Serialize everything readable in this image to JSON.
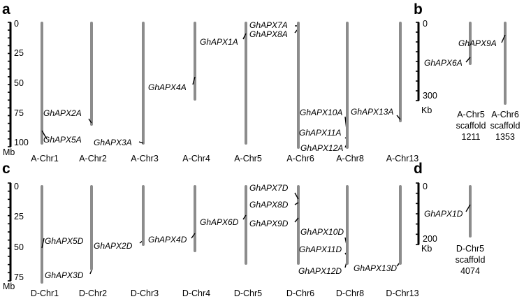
{
  "panels": [
    {
      "letter": "a",
      "unit": "Mb",
      "ticks": [
        "0",
        "25",
        "50",
        "75",
        "100"
      ],
      "chromosomes": [
        {
          "name": "A-Chr1",
          "genes": [
            {
              "name": "GhAPX5A"
            }
          ]
        },
        {
          "name": "A-Chr2",
          "genes": [
            {
              "name": "GhAPX2A"
            }
          ]
        },
        {
          "name": "A-Chr3",
          "genes": [
            {
              "name": "GhAPX3A"
            }
          ]
        },
        {
          "name": "A-Chr4",
          "genes": [
            {
              "name": "GhAPX4A"
            }
          ]
        },
        {
          "name": "A-Chr5",
          "genes": [
            {
              "name": "GhAPX1A"
            },
            {
              "name": "GhAPX7A"
            },
            {
              "name": "GhAPX8A"
            }
          ]
        },
        {
          "name": "A-Chr6",
          "genes": [
            {
              "name": "GhAPX10A"
            },
            {
              "name": "GhAPX11A"
            },
            {
              "name": "GhAPX12A"
            }
          ]
        },
        {
          "name": "A-Chr8",
          "genes": []
        },
        {
          "name": "A-Chr13",
          "genes": [
            {
              "name": "GhAPX13A"
            }
          ]
        }
      ]
    },
    {
      "letter": "b",
      "unit": "Kb",
      "ticks": [
        "0",
        "300"
      ],
      "chromosomes": [
        {
          "name": [
            "A-Chr5",
            "scaffold",
            "1211"
          ],
          "genes": [
            {
              "name": "GhAPX6A"
            }
          ]
        },
        {
          "name": [
            "A-Chr6",
            "scaffold",
            "1353"
          ],
          "genes": [
            {
              "name": "GhAPX9A"
            }
          ]
        }
      ]
    },
    {
      "letter": "c",
      "unit": "Mb",
      "ticks": [
        "0",
        "25",
        "50",
        "75"
      ],
      "chromosomes": [
        {
          "name": "D-Chr1",
          "genes": [
            {
              "name": "GhAPX5D"
            },
            {
              "name": "GhAPX3D"
            }
          ]
        },
        {
          "name": "D-Chr2",
          "genes": [
            {
              "name": "GhAPX2D"
            }
          ]
        },
        {
          "name": "D-Chr3",
          "genes": []
        },
        {
          "name": "D-Chr4",
          "genes": [
            {
              "name": "GhAPX4D"
            }
          ]
        },
        {
          "name": "D-Chr5",
          "genes": [
            {
              "name": "GhAPX6D"
            }
          ]
        },
        {
          "name": "D-Chr6",
          "genes": [
            {
              "name": "GhAPX7D"
            },
            {
              "name": "GhAPX8D"
            },
            {
              "name": "GhAPX9D"
            },
            {
              "name": "GhAPX10D"
            },
            {
              "name": "GhAPX11D"
            },
            {
              "name": "GhAPX12D"
            }
          ]
        },
        {
          "name": "D-Chr8",
          "genes": [
            {
              "name": "GhAPX13D"
            }
          ]
        },
        {
          "name": "D-Chr13",
          "genes": []
        }
      ]
    },
    {
      "letter": "d",
      "unit": "Kb",
      "ticks": [
        "0",
        "200"
      ],
      "chromosomes": [
        {
          "name": [
            "D-Chr5",
            "scaffold",
            "4074"
          ],
          "genes": [
            {
              "name": "GhAPX1D"
            }
          ]
        }
      ]
    }
  ]
}
